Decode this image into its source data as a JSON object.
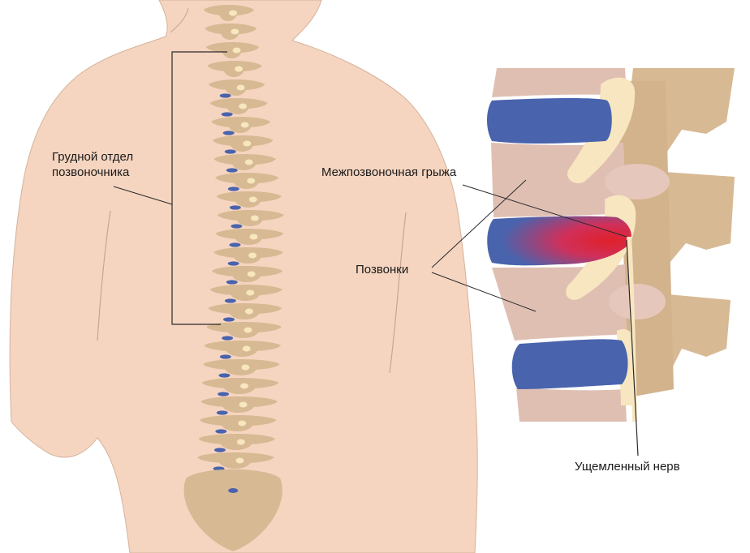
{
  "labels": {
    "thoracic_line1": "Грудной отдел",
    "thoracic_line2": "позвоночника",
    "hernia": "Межпозвоночная грыжа",
    "vertebrae": "Позвонки",
    "pinched_nerve": "Ущемленный нерв"
  },
  "colors": {
    "skin": "#f5d5c0",
    "skin_outline": "#c9a58f",
    "bone": "#d7b993",
    "bone_light": "#f7e6bf",
    "vertebra_body": "#e0bfb3",
    "disc": "#4963ad",
    "hernia_core": "#e0202a",
    "leader_line": "#2a2a2a"
  },
  "icons": {
    "body": "back-torso-illustration",
    "spine": "spine-illustration",
    "detail": "herniated-disc-closeup"
  }
}
